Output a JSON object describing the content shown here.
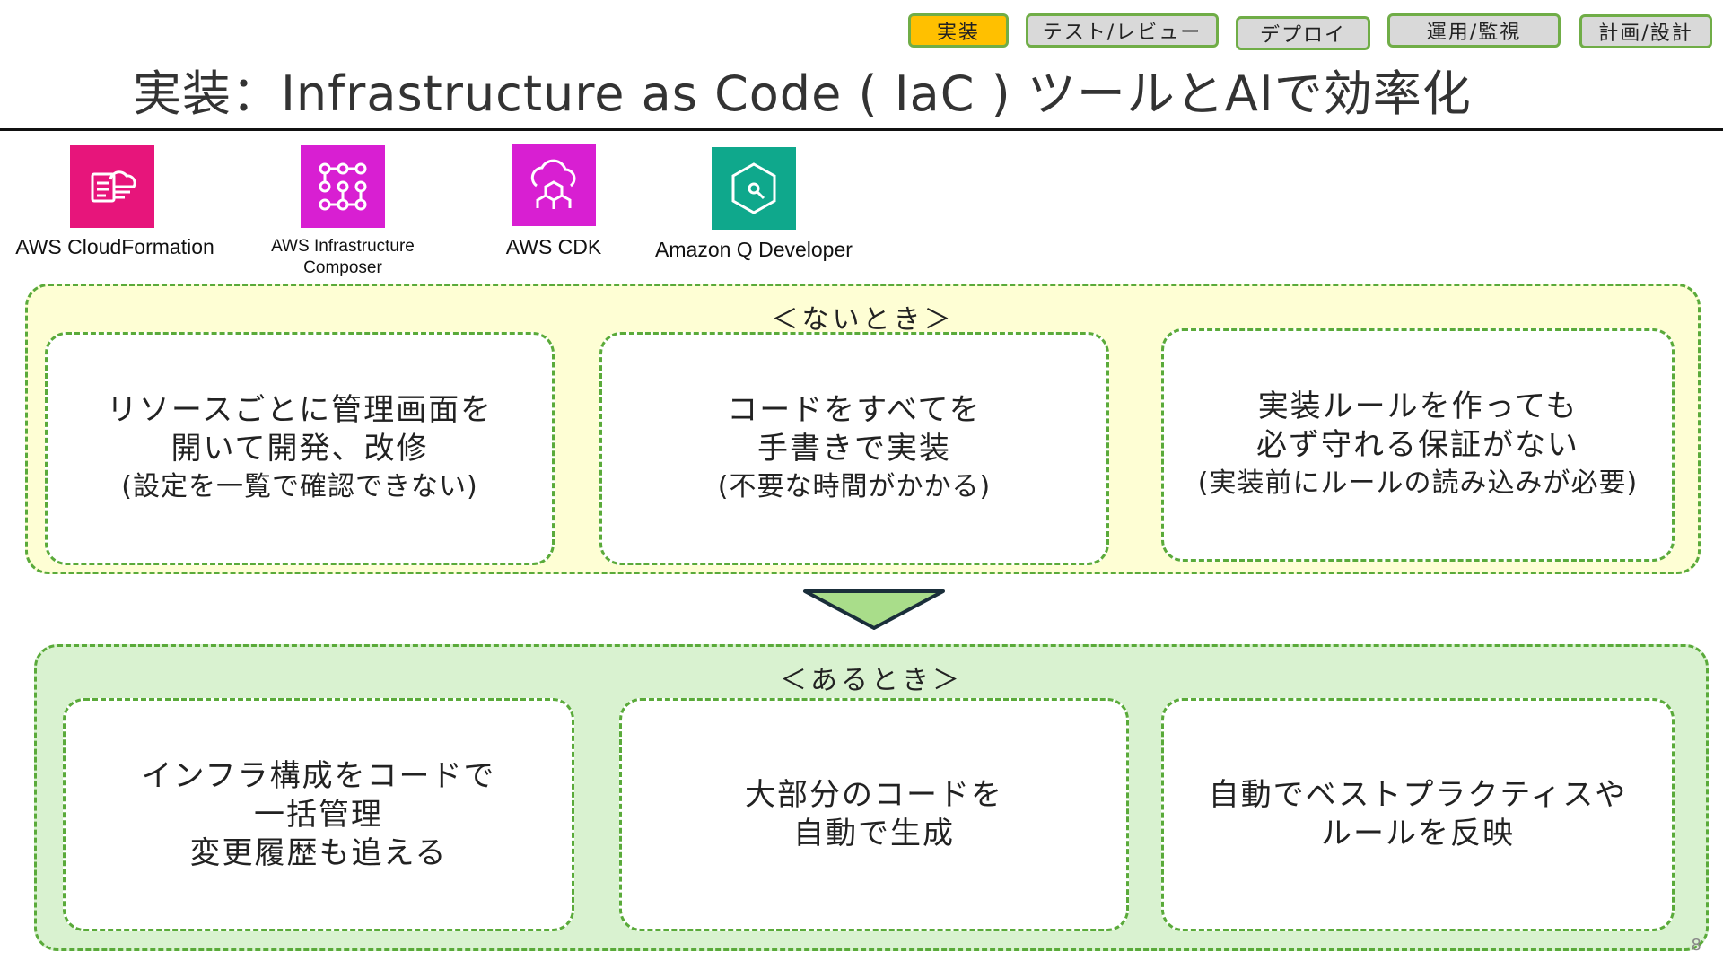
{
  "tabs": [
    {
      "label": "実装",
      "active": true
    },
    {
      "label": "テスト/レビュー",
      "active": false
    },
    {
      "label": "デプロイ",
      "active": false
    },
    {
      "label": "運用/監視",
      "active": false
    },
    {
      "label": "計画/設計",
      "active": false
    }
  ],
  "title": "実装：Infrastructure as Code ( IaC ) ツールとAIで効率化",
  "services": [
    {
      "name": "AWS CloudFormation",
      "icon": "cloudformation-icon",
      "color": "#e7157b"
    },
    {
      "name_line1": "AWS Infrastructure",
      "name_line2": "Composer",
      "icon": "infrastructure-composer-icon",
      "color": "#d81fd2"
    },
    {
      "name": "AWS CDK",
      "icon": "cdk-icon",
      "color": "#d81fd2"
    },
    {
      "name": "Amazon Q Developer",
      "icon": "q-developer-icon",
      "color": "#0fa88c"
    }
  ],
  "without": {
    "heading": "＜ないとき＞",
    "cards": [
      {
        "line1": "リソースごとに管理画面を",
        "line2": "開いて開発、改修",
        "note": "(設定を一覧で確認できない)"
      },
      {
        "line1": "コードをすべてを",
        "line2": "手書きで実装",
        "note": "(不要な時間がかかる)"
      },
      {
        "line1": "実装ルールを作っても",
        "line2": "必ず守れる保証がない",
        "note": "(実装前にルールの読み込みが必要)"
      }
    ]
  },
  "with": {
    "heading": "＜あるとき＞",
    "cards": [
      {
        "line1": "インフラ構成をコードで",
        "line2": "一括管理",
        "line3": "変更履歴も追える"
      },
      {
        "line1": "大部分のコードを",
        "line2": "自動で生成"
      },
      {
        "line1": "自動でベストプラクティスや",
        "line2": "ルールを反映"
      }
    ]
  },
  "page_number": "8",
  "colors": {
    "active_tab": "#ffc000",
    "inactive_tab": "#d9d9d9",
    "dashed_border": "#5aaa3a",
    "without_panel": "#fefed4",
    "with_panel": "#d9f2d0",
    "arrow": "#a9dd8a"
  }
}
